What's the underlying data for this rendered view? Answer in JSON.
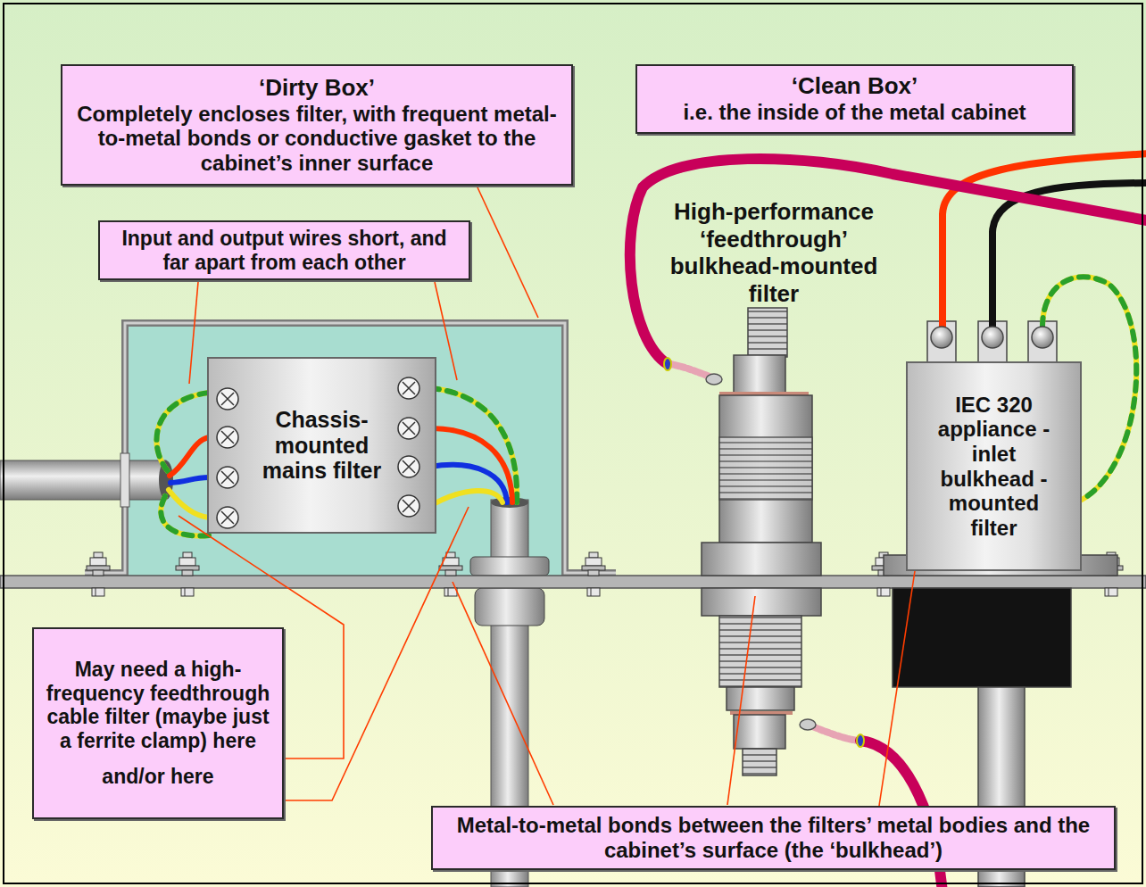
{
  "diagram": {
    "nodes": [
      {
        "text": [
          "‘Dirty Box’",
          "Completely encloses filter, with frequent metal-to-metal bonds or conductive gasket to the cabinet’s inner surface"
        ]
      },
      {
        "text": [
          "‘Clean Box’",
          "i.e. the inside of the metal cabinet"
        ]
      },
      {
        "text": [
          "Input and output wires short, and far apart from each other"
        ]
      },
      {
        "text": [
          "Chassis- mounted mains filter"
        ]
      },
      {
        "text": [
          "IEC 320 appliance -inlet bulkhead -mounted filter"
        ]
      },
      {
        "text": [
          "May need a high- frequency feedthrough cable filter (maybe just a ferrite clamp) here",
          "and/or here"
        ]
      },
      {
        "text": [
          "Metal-to-metal bonds between the filters’ metal bodies and the cabinet’s surface (the ‘bulkhead’)"
        ]
      }
    ],
    "edges": [
      {
        "from": 6,
        "to": 4,
        "arrow": "none"
      }
    ],
    "labels": [
      "High-performance ‘feedthrough’ bulkhead-mounted filter"
    ]
  }
}
